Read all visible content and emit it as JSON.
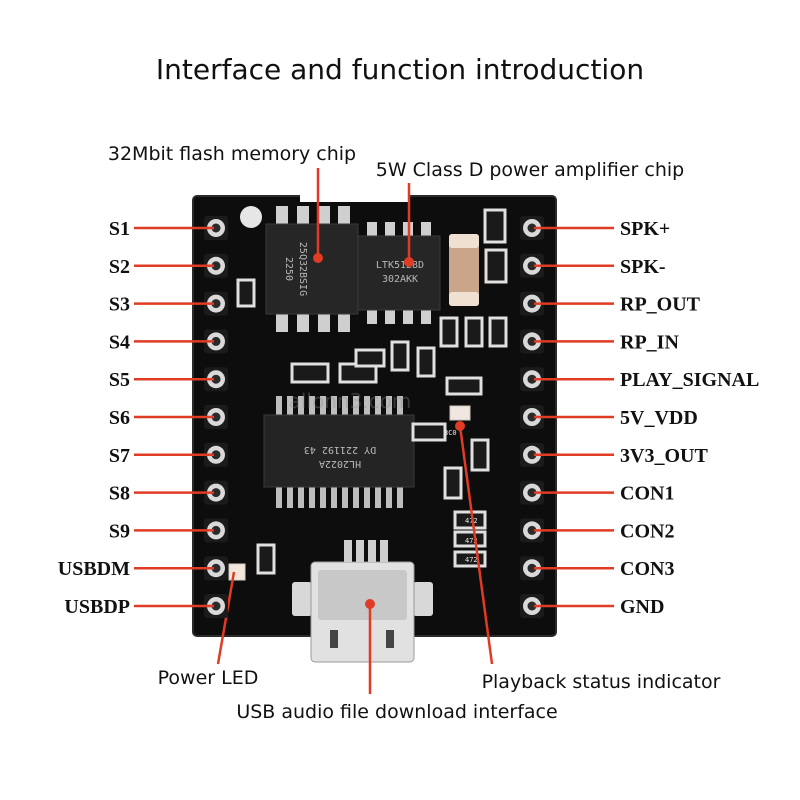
{
  "title": "Interface and function introduction",
  "callouts": {
    "flash": "32Mbit flash memory chip",
    "amp": "5W Class D power amplifier chip",
    "power_led": "Power LED",
    "usb": "USB audio file download interface",
    "status": "Playback status indicator"
  },
  "pins_left": [
    "S1",
    "S2",
    "S3",
    "S4",
    "S5",
    "S6",
    "S7",
    "S8",
    "S9",
    "USBDM",
    "USBDP"
  ],
  "pins_right": [
    "SPK+",
    "SPK-",
    "RP_OUT",
    "RP_IN",
    "PLAY_SIGNAL",
    "5V_VDD",
    "3V3_OUT",
    "CON1",
    "CON2",
    "CON3",
    "GND"
  ],
  "chips": {
    "flash_marking": [
      "25Q32BSIG",
      "2250"
    ],
    "amp_marking": [
      "LTK5128D",
      "302AKK"
    ],
    "mcu_marking": [
      "HL2022A",
      "DY 221192 43"
    ]
  },
  "watermark": "allonn3.com",
  "colors": {
    "line": "#e03b24",
    "board": "#0d0d0d",
    "pin_ring": "#d9d9d9"
  }
}
